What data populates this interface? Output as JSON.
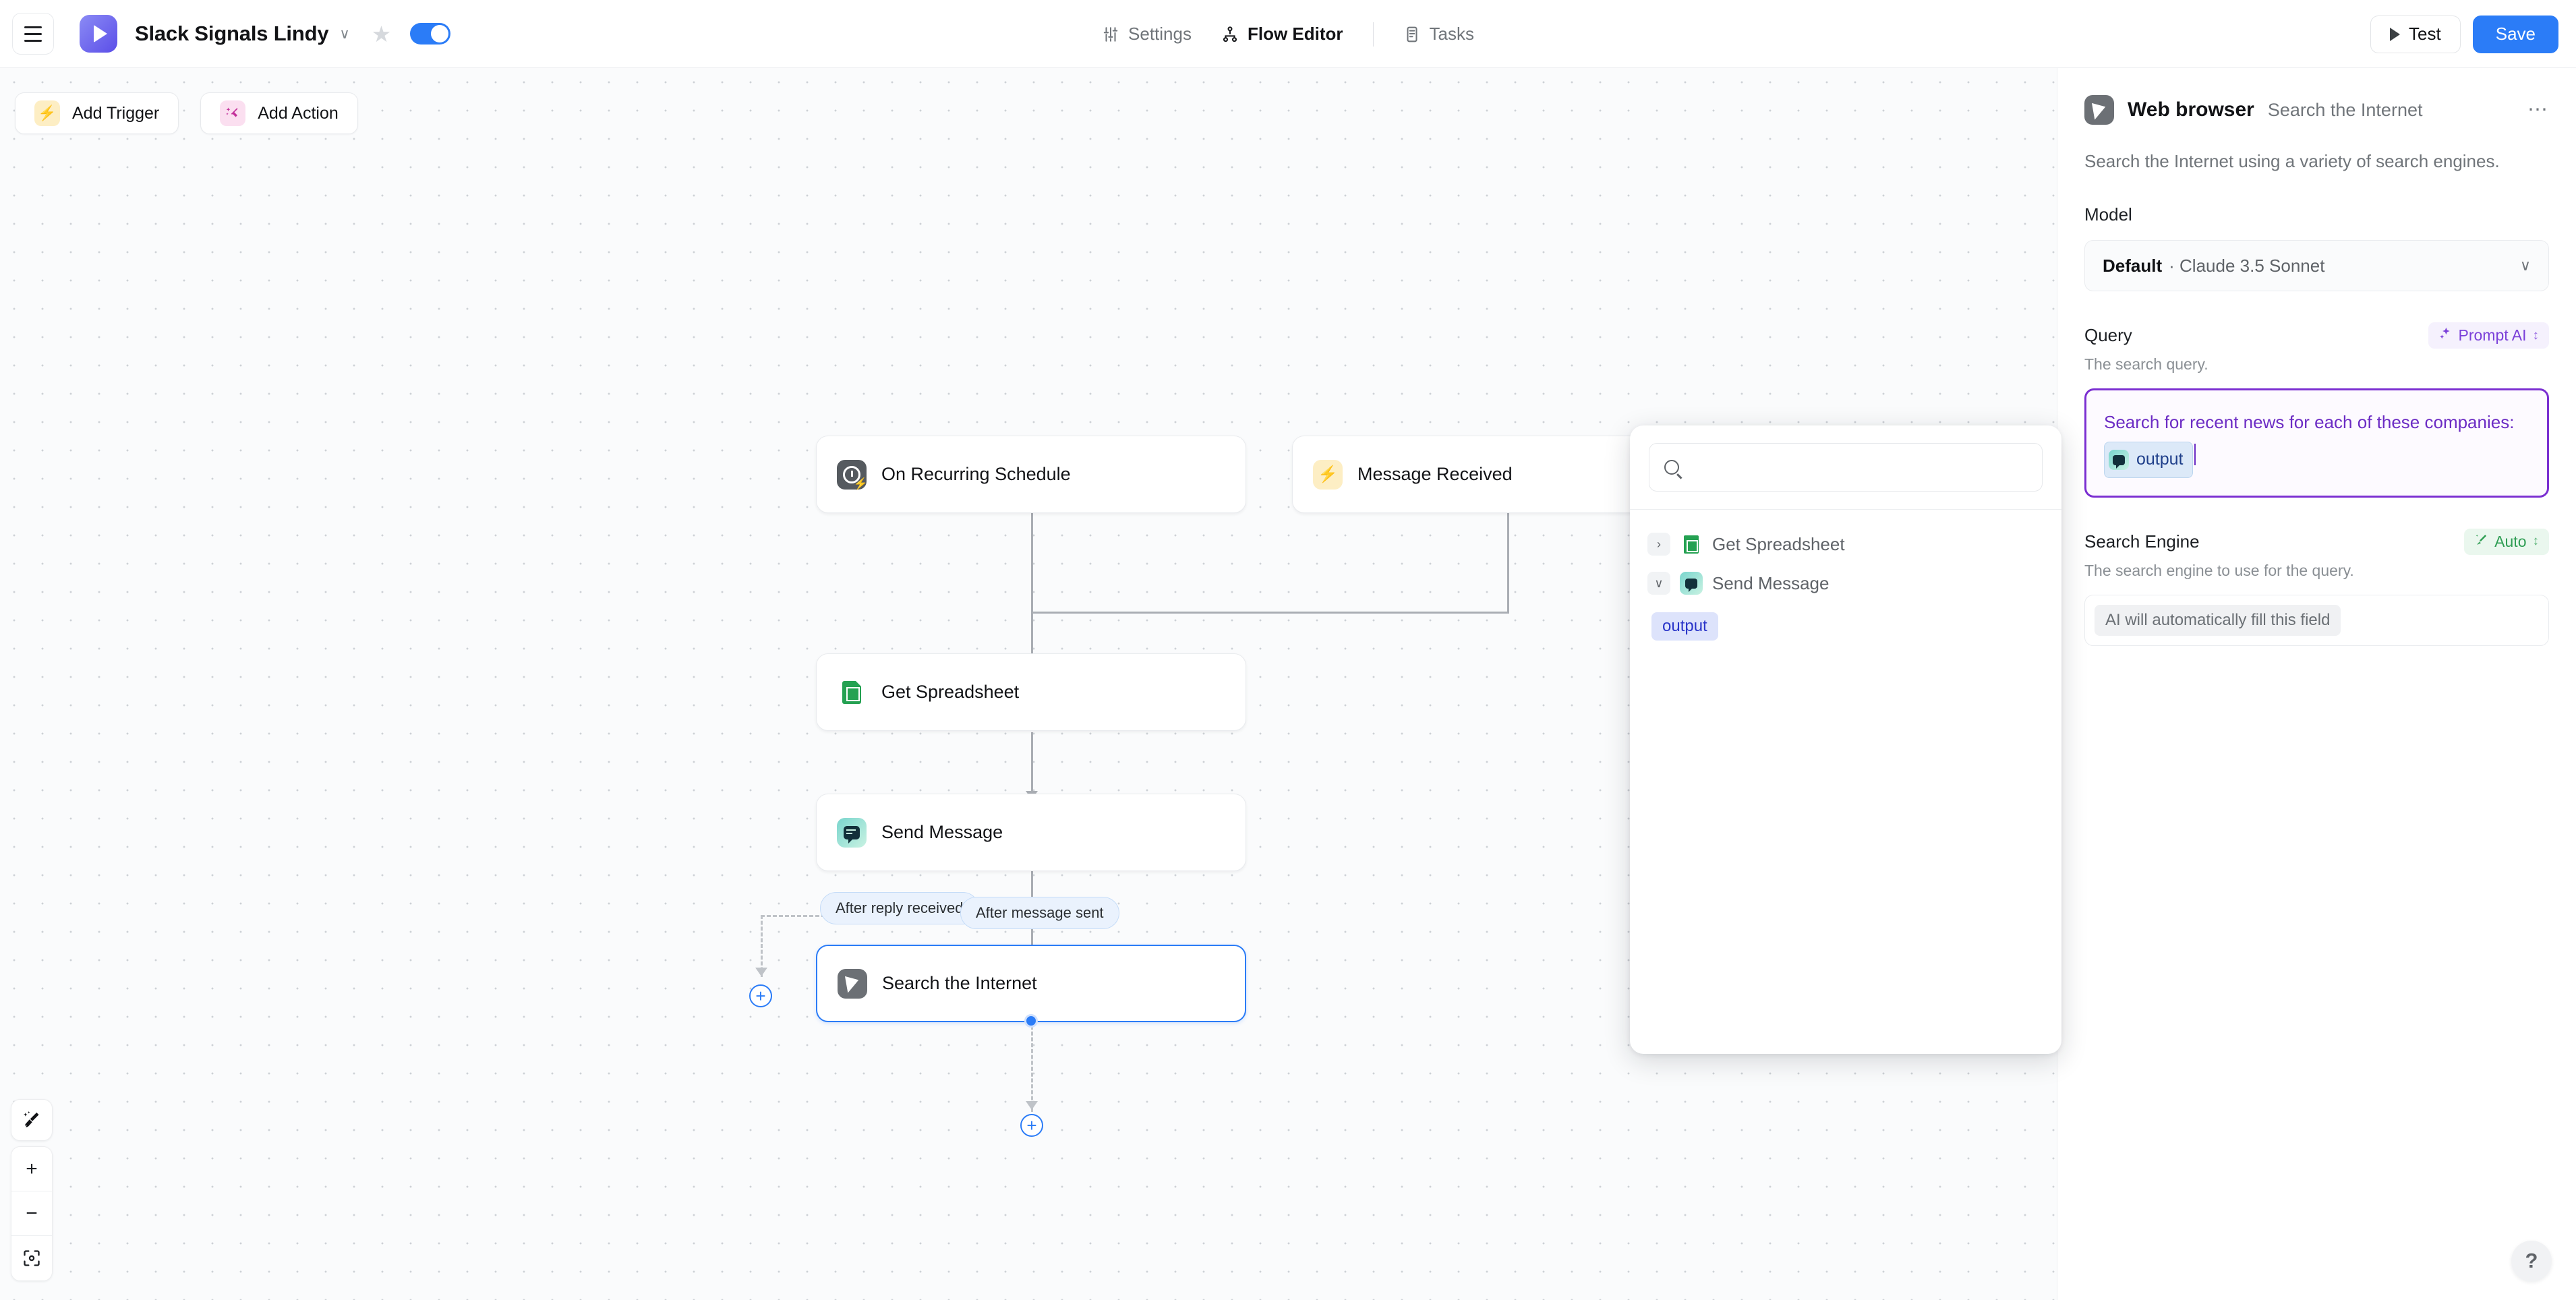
{
  "header": {
    "menu_icon": "hamburger-icon",
    "brand_title": "Slack Signals Lindy",
    "brand_caret": "∨",
    "star_icon": "★",
    "enabled_toggle": true,
    "nav": [
      {
        "label": "Settings",
        "icon": "sliders-icon",
        "active": false
      },
      {
        "label": "Flow Editor",
        "icon": "sitemap-icon",
        "active": true
      },
      {
        "label": "Tasks",
        "icon": "task-list-icon",
        "active": false
      }
    ],
    "test_label": "Test",
    "save_label": "Save",
    "accent_blue": "#2b7cf7"
  },
  "canvas": {
    "add_trigger_label": "Add Trigger",
    "add_action_label": "Add Action",
    "nodes": [
      {
        "id": "on-recurring-schedule",
        "label": "On Recurring Schedule",
        "icon": "schedule-icon",
        "selected": false
      },
      {
        "id": "message-received",
        "label": "Message Received",
        "icon": "bolt-icon",
        "selected": false
      },
      {
        "id": "get-spreadsheet",
        "label": "Get Spreadsheet",
        "icon": "google-sheets-icon",
        "selected": false
      },
      {
        "id": "send-message",
        "label": "Send Message",
        "icon": "chat-bubble-icon",
        "selected": false
      },
      {
        "id": "search-the-internet",
        "label": "Search the Internet",
        "icon": "web-browser-icon",
        "selected": true
      }
    ],
    "edge_labels": [
      {
        "id": "after-reply-received",
        "label": "After reply received"
      },
      {
        "id": "after-message-sent",
        "label": "After message sent"
      }
    ],
    "add_node_label": "+",
    "controls": {
      "magic_cleanup_icon": "magic-broom-icon",
      "zoom_in": "+",
      "zoom_out": "−",
      "fit_view_icon": "fit-view-icon"
    }
  },
  "variable_picker": {
    "search_placeholder": "",
    "search_value": "",
    "search_icon": "search-icon",
    "items": [
      {
        "label": "Get Spreadsheet",
        "icon": "google-sheets-icon",
        "expanded": false,
        "caret": "›"
      },
      {
        "label": "Send Message",
        "icon": "chat-bubble-icon",
        "expanded": true,
        "caret": "∨"
      }
    ],
    "chips": [
      {
        "label": "output"
      }
    ]
  },
  "right_panel": {
    "icon": "web-browser-icon",
    "title": "Web browser",
    "subtitle": "Search the Internet",
    "more_icon": "ellipsis-icon",
    "description": "Search the Internet using a variety of search engines.",
    "model": {
      "label": "Model",
      "value_strong": "Default",
      "value_sep": "·",
      "value_muted": "Claude 3.5 Sonnet",
      "caret": "∨"
    },
    "query": {
      "label": "Query",
      "description": "The search query.",
      "badge_label": "Prompt AI",
      "badge_icon": "sparkles-icon",
      "badge_updown": "↕",
      "text_before": "Search for recent news for each of these companies:",
      "token_label": "output",
      "token_icon": "chat-bubble-icon",
      "border_color": "#7b2fd1",
      "text_color": "#6c2cc4"
    },
    "search_engine": {
      "label": "Search Engine",
      "description": "The search engine to use for the query.",
      "badge_label": "Auto",
      "badge_icon": "magic-wand-icon",
      "badge_updown": "↕",
      "placeholder_chip": "AI will automatically fill this field",
      "badge_color": "#2f9e54"
    }
  },
  "help": {
    "label": "?"
  }
}
